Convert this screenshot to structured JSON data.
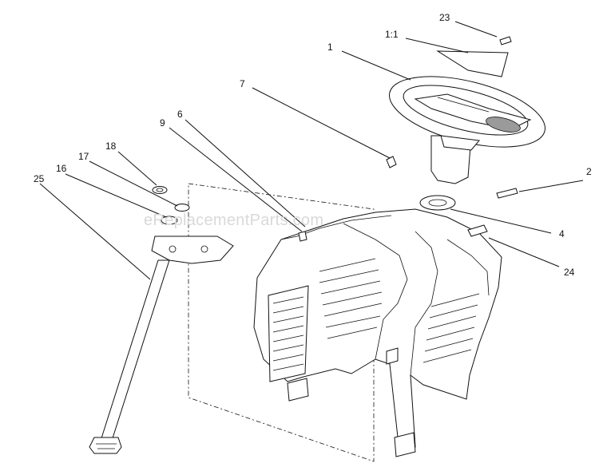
{
  "diagram": {
    "watermark": "eReplacementParts.com",
    "callouts": [
      {
        "id": "c23",
        "text": "23"
      },
      {
        "id": "c1_1",
        "text": "1:1"
      },
      {
        "id": "c1",
        "text": "1"
      },
      {
        "id": "c7",
        "text": "7"
      },
      {
        "id": "c9",
        "text": "9"
      },
      {
        "id": "c6",
        "text": "6"
      },
      {
        "id": "c18",
        "text": "18"
      },
      {
        "id": "c17",
        "text": "17"
      },
      {
        "id": "c16",
        "text": "16"
      },
      {
        "id": "c25",
        "text": "25"
      },
      {
        "id": "c2",
        "text": "2"
      },
      {
        "id": "c4",
        "text": "4"
      },
      {
        "id": "c24",
        "text": "24"
      }
    ]
  }
}
